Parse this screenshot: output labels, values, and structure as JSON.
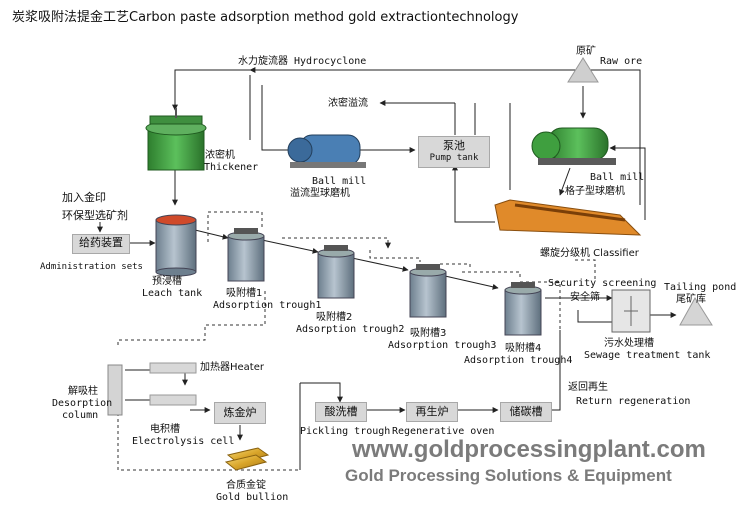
{
  "title": "炭浆吸附法提金工艺Carbon paste adsorption method gold extractiontechnology",
  "labels": {
    "hydrocyclone": "水力旋流器 Hydrocyclone",
    "raw_ore_cn": "原矿",
    "raw_ore_en": "Raw ore",
    "thickener_overflow": "浓密溢流",
    "thickener_cn": "浓密机",
    "thickener_en": "Thickener",
    "ball_mill_en": "Ball mill",
    "overflow_ball_mill_cn": "溢流型球磨机",
    "pump_tank_cn": "泵池",
    "pump_tank_en": "Pump tank",
    "ball_mill2_en": "Ball mill",
    "grid_ball_mill_cn": "格子型球磨机",
    "add_gold_seal": "加入金印",
    "eco_agent": "环保型选矿剂",
    "dosing_device": "给药装置",
    "administration_sets": "Administration sets",
    "leach_cn": "预浸槽",
    "leach_en": "Leach tank",
    "trough1_cn": "吸附槽1",
    "trough1_en": "Adsorption trough1",
    "trough2_cn": "吸附槽2",
    "trough2_en": "Adsorption trough2",
    "trough3_cn": "吸附槽3",
    "trough3_en": "Adsorption trough3",
    "trough4_cn": "吸附槽4",
    "trough4_en": "Adsorption trough4",
    "classifier": "螺旋分级机 Classifier",
    "security_screening": "Security screening",
    "safety_screen_cn": "安全筛",
    "tailing_pond_en": "Tailing pond",
    "tailing_pond_cn": "尾矿库",
    "sewage_cn": "污水处理槽",
    "sewage_en": "Sewage treatment tank",
    "desorption_cn": "解吸柱",
    "desorption_en1": "Desorption",
    "desorption_en2": "column",
    "heater": "加热器Heater",
    "electrolysis_cn": "电积槽",
    "electrolysis_en": "Electrolysis cell",
    "smelting_furnace": "炼金炉",
    "gold_bullion_cn": "合质金锭",
    "gold_bullion_en": "Gold bullion",
    "pickling_cn": "酸洗槽",
    "pickling_en": "Pickling trough",
    "regen_furnace_cn": "再生炉",
    "regen_oven_en": "Regenerative oven",
    "carbon_storage_cn": "储碳槽",
    "return_regen_cn": "返回再生",
    "return_regen_en": "Return regeneration"
  },
  "watermark": {
    "url": "www.goldprocessingplant.com",
    "tagline": "Gold Processing Solutions & Equipment"
  },
  "colors": {
    "equipment_green": "#3a9a3a",
    "tank_gray": "#8a9aa8",
    "box_gray": "#d8d8d8",
    "classifier_orange": "#e08a2a",
    "gold": "#e2b53a",
    "watermark_gray": "#7b7b7b"
  }
}
